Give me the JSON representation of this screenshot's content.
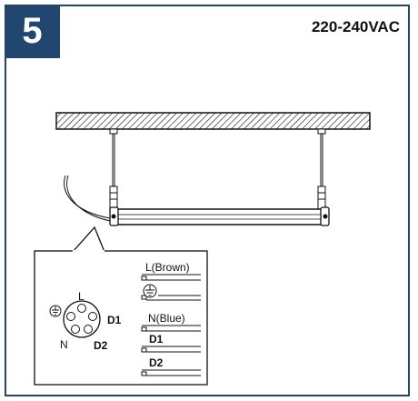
{
  "step": {
    "number": "5"
  },
  "spec": {
    "voltage": "220-240VAC"
  },
  "wiring": {
    "connector_labels": {
      "live": "L",
      "neutral": "N",
      "dim1": "D1",
      "dim2": "D2"
    },
    "terminals": [
      "L(Brown)",
      "N(Blue)",
      "D1",
      "D2"
    ]
  },
  "icons": [
    "earth-ground-icon"
  ],
  "colors": {
    "accent": "#21466f",
    "line": "#111111"
  }
}
